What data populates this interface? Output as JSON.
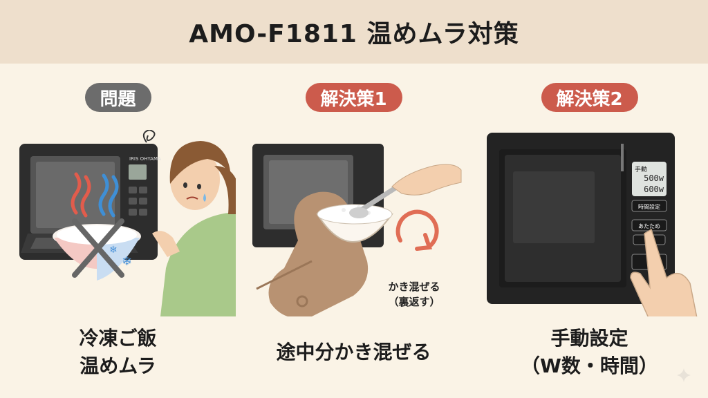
{
  "header": {
    "title": "AMO-F1811 温めムラ対策"
  },
  "panels": [
    {
      "badge": "問題",
      "badge_color": "#6c6c6c",
      "brand": "IRIS OHYAMA",
      "caption_line1": "冷凍ご飯",
      "caption_line2": "温めムラ"
    },
    {
      "badge": "解決策1",
      "badge_color": "#cc5b4c",
      "arrow_label_line1": "かき混ぜる",
      "arrow_label_line2": "（裏返す）",
      "caption_line1": "途中分かき混ぜる"
    },
    {
      "badge": "解決策2",
      "badge_color": "#cc5b4c",
      "display_mode": "手動",
      "display_value1": "500w",
      "display_value2": "600w",
      "button_time": "時間設定",
      "button_warm": "あたため",
      "caption_line1": "手動設定",
      "caption_line2": "（W数・時間）"
    }
  ]
}
